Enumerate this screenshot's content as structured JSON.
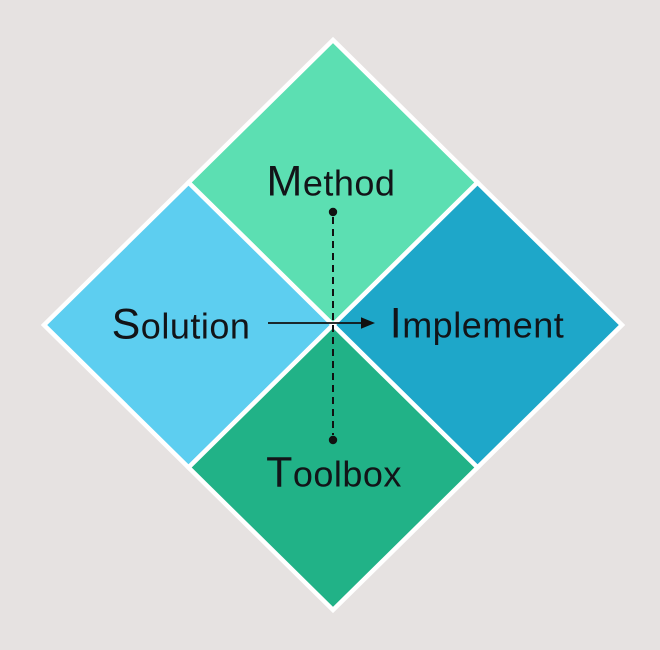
{
  "diagram": {
    "title": "method-solution-implement-toolbox-diamond",
    "background_color": "#E6E2E1",
    "divider_color": "#FFFFFF",
    "text_color": "#121418",
    "connector_color": "#111111",
    "nodes": [
      {
        "id": "method",
        "label": "Method",
        "position": "top",
        "color": "#5CDFB2"
      },
      {
        "id": "solution",
        "label": "Solution",
        "position": "left",
        "color": "#5DCEF0"
      },
      {
        "id": "implement",
        "label": "Implement",
        "position": "right",
        "color": "#1EA7C9"
      },
      {
        "id": "toolbox",
        "label": "Toolbox",
        "position": "bottom",
        "color": "#21B287"
      }
    ],
    "connectors": [
      {
        "id": "method-toolbox",
        "style": "dashed",
        "endpoints": "dot-to-dot",
        "from": "Method",
        "to": "Toolbox"
      },
      {
        "id": "solution-implement",
        "style": "solid",
        "endpoints": "arrowhead",
        "from": "Solution",
        "to": "Implement"
      }
    ]
  }
}
